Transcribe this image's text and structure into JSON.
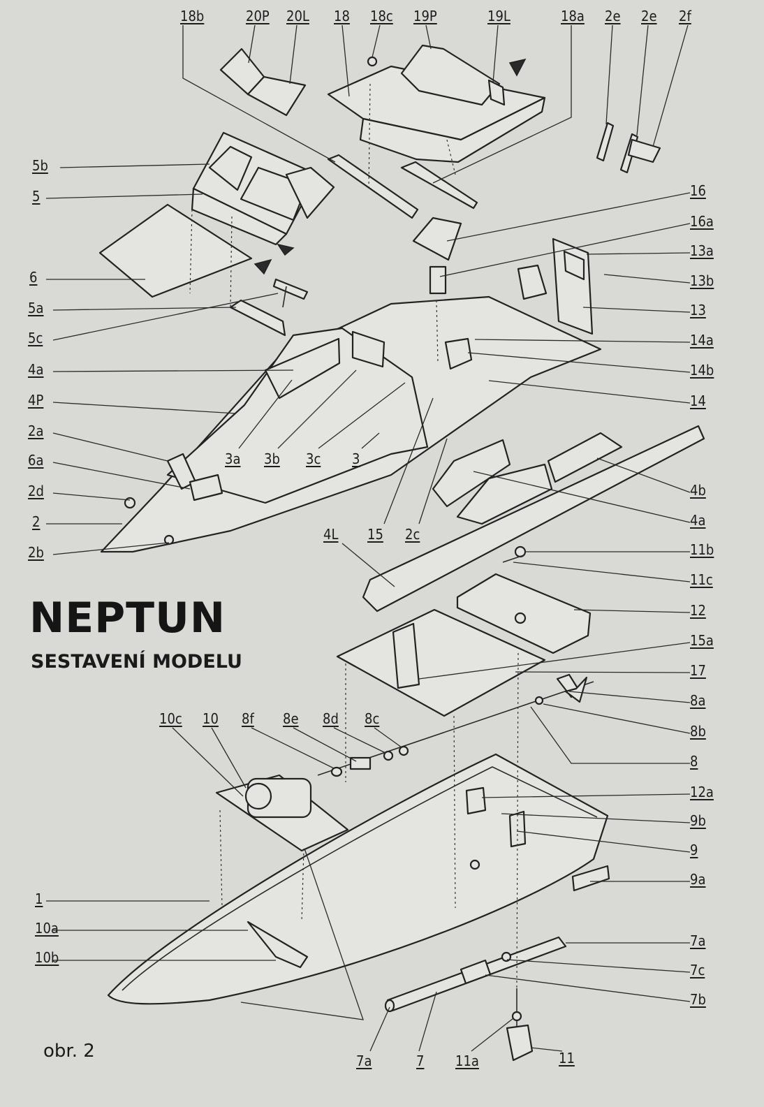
{
  "title": "NEPTUN",
  "subtitle": "SESTAVENÍ MODELU",
  "figure_ref": "obr. 2",
  "labels": [
    {
      "id": "18b",
      "text": "18b"
    },
    {
      "id": "20P",
      "text": "20P"
    },
    {
      "id": "20L",
      "text": "20L"
    },
    {
      "id": "18",
      "text": "18"
    },
    {
      "id": "18c",
      "text": "18c"
    },
    {
      "id": "19P",
      "text": "19P"
    },
    {
      "id": "19L",
      "text": "19L"
    },
    {
      "id": "18a",
      "text": "18a"
    },
    {
      "id": "2e_1",
      "text": "2e"
    },
    {
      "id": "2e_2",
      "text": "2e"
    },
    {
      "id": "2f",
      "text": "2f"
    },
    {
      "id": "5b",
      "text": "5b"
    },
    {
      "id": "5",
      "text": "5"
    },
    {
      "id": "6",
      "text": "6"
    },
    {
      "id": "5a",
      "text": "5a"
    },
    {
      "id": "5c",
      "text": "5c"
    },
    {
      "id": "4a_l",
      "text": "4a"
    },
    {
      "id": "4P",
      "text": "4P"
    },
    {
      "id": "2a",
      "text": "2a"
    },
    {
      "id": "6a",
      "text": "6a"
    },
    {
      "id": "2d",
      "text": "2d"
    },
    {
      "id": "2",
      "text": "2"
    },
    {
      "id": "2b",
      "text": "2b"
    },
    {
      "id": "16",
      "text": "16"
    },
    {
      "id": "16a",
      "text": "16a"
    },
    {
      "id": "13a",
      "text": "13a"
    },
    {
      "id": "13b",
      "text": "13b"
    },
    {
      "id": "13",
      "text": "13"
    },
    {
      "id": "14a",
      "text": "14a"
    },
    {
      "id": "14b",
      "text": "14b"
    },
    {
      "id": "14",
      "text": "14"
    },
    {
      "id": "4b",
      "text": "4b"
    },
    {
      "id": "4a_r",
      "text": "4a"
    },
    {
      "id": "11b",
      "text": "11b"
    },
    {
      "id": "11c",
      "text": "11c"
    },
    {
      "id": "12",
      "text": "12"
    },
    {
      "id": "15a",
      "text": "15a"
    },
    {
      "id": "17",
      "text": "17"
    },
    {
      "id": "8a",
      "text": "8a"
    },
    {
      "id": "8b",
      "text": "8b"
    },
    {
      "id": "8",
      "text": "8"
    },
    {
      "id": "12a",
      "text": "12a"
    },
    {
      "id": "9b",
      "text": "9b"
    },
    {
      "id": "9",
      "text": "9"
    },
    {
      "id": "9a",
      "text": "9a"
    },
    {
      "id": "7a_r",
      "text": "7a"
    },
    {
      "id": "7c",
      "text": "7c"
    },
    {
      "id": "7b",
      "text": "7b"
    },
    {
      "id": "3a",
      "text": "3a"
    },
    {
      "id": "3b",
      "text": "3b"
    },
    {
      "id": "3c",
      "text": "3c"
    },
    {
      "id": "3",
      "text": "3"
    },
    {
      "id": "4L",
      "text": "4L"
    },
    {
      "id": "15",
      "text": "15"
    },
    {
      "id": "2c",
      "text": "2c"
    },
    {
      "id": "10c",
      "text": "10c"
    },
    {
      "id": "10",
      "text": "10"
    },
    {
      "id": "8f",
      "text": "8f"
    },
    {
      "id": "8e",
      "text": "8e"
    },
    {
      "id": "8d",
      "text": "8d"
    },
    {
      "id": "8c",
      "text": "8c"
    },
    {
      "id": "1",
      "text": "1"
    },
    {
      "id": "10a",
      "text": "10a"
    },
    {
      "id": "10b",
      "text": "10b"
    },
    {
      "id": "7a_b",
      "text": "7a"
    },
    {
      "id": "7",
      "text": "7"
    },
    {
      "id": "11a",
      "text": "11a"
    },
    {
      "id": "11",
      "text": "11"
    }
  ]
}
